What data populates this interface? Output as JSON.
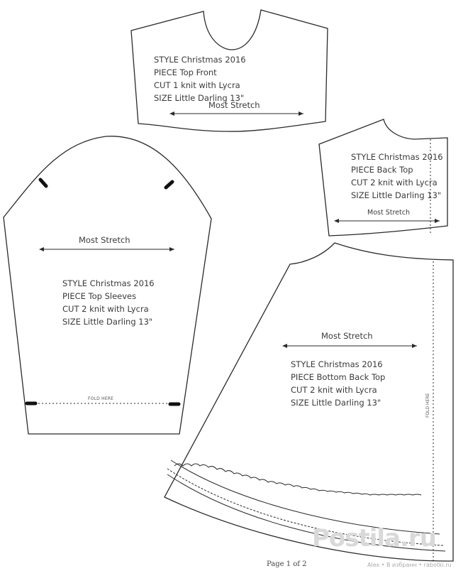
{
  "pieces": {
    "top_front": {
      "style": "STYLE Christmas 2016",
      "piece": "PIECE Top Front",
      "cut": "CUT 1 knit with Lycra",
      "size": "SIZE Little Darling 13\"",
      "stretch": "Most Stretch"
    },
    "back_top": {
      "style": "STYLE Christmas 2016",
      "piece": "PIECE Back Top",
      "cut": "CUT 2 knit with Lycra",
      "size": "SIZE Little Darling 13\"",
      "stretch": "Most Stretch"
    },
    "top_sleeves": {
      "style": "STYLE Christmas 2016",
      "piece": "PIECE Top Sleeves",
      "cut": "CUT 2 knit with Lycra",
      "size": "SIZE Little Darling 13\"",
      "stretch": "Most Stretch",
      "fold": "FOLD HERE"
    },
    "bottom_back_top": {
      "style": "STYLE Christmas 2016",
      "piece": "PIECE Bottom Back Top",
      "cut": "CUT 2 knit with Lycra",
      "size": "SIZE Little Darling 13\"",
      "stretch": "Most Stretch",
      "fold": "FOLD HERE"
    }
  },
  "footer": {
    "page": "Page 1 of 2"
  },
  "watermark": {
    "text": "Postila.ru",
    "small": "Alex • В избранн • rabotki.ru"
  },
  "colors": {
    "line": "#2a2a2a",
    "watermark": "#d9d9d9"
  }
}
